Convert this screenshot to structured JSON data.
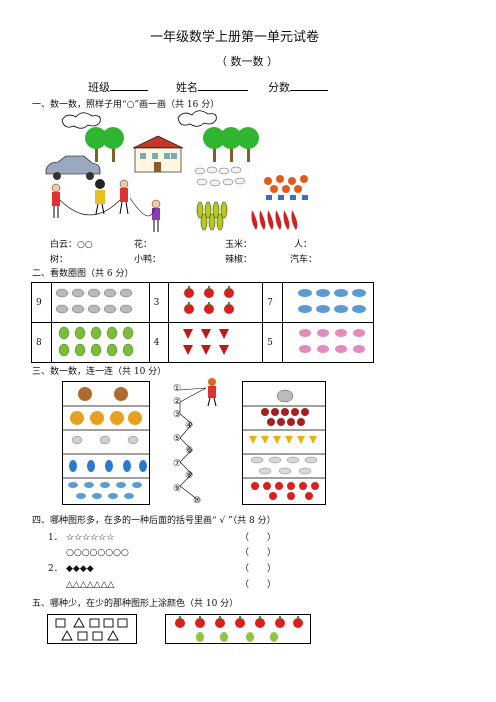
{
  "header": {
    "title": "一年级数学上册第一单元试卷",
    "subtitle": "（ 数一数 ）",
    "class_label": "班级",
    "name_label": "姓名",
    "score_label": "分数"
  },
  "section1": {
    "heading": "一、数一数，照样子用“○”画一画（共 16 分）",
    "row1": [
      {
        "label": "白云：",
        "answer": "○○"
      },
      {
        "label": "花：",
        "answer": ""
      },
      {
        "label": "玉米：",
        "answer": ""
      },
      {
        "label": "人：",
        "answer": ""
      }
    ],
    "row2": [
      {
        "label": "树：",
        "answer": ""
      },
      {
        "label": "小鸭：",
        "answer": ""
      },
      {
        "label": "辣椒：",
        "answer": ""
      },
      {
        "label": "汽车：",
        "answer": ""
      }
    ]
  },
  "section2": {
    "heading": "二、看数圈图（共 6 分）",
    "numbers": [
      "9",
      "3",
      "7",
      "8",
      "4",
      "5"
    ]
  },
  "section3": {
    "heading": "三、数一数，连一连（共 10 分）",
    "circled_numbers": [
      "①",
      "②",
      "③",
      "④",
      "⑤",
      "⑥",
      "⑦",
      "⑧",
      "⑨",
      "⑩"
    ]
  },
  "section4": {
    "heading": "四、哪种图形多，在多的一种后面的括号里画“ √ ”（共 8 分）",
    "items": [
      {
        "num": "1．",
        "shapes": "☆☆☆☆☆☆",
        "bracket": "（　　）"
      },
      {
        "num": "",
        "shapes": "○○○○○○○○",
        "bracket": "（　　）"
      },
      {
        "num": "2．",
        "shapes": "◆◆◆◆",
        "bracket": "（　　）"
      },
      {
        "num": "",
        "shapes": "△△△△△△△",
        "bracket": "（　　）"
      }
    ]
  },
  "section5": {
    "heading": "五、哪种少，在少的那种图形上涂颜色（共 10 分）"
  },
  "colors": {
    "tree": "#2fb52f",
    "trunk": "#8b5a2b",
    "apple": "#d92020",
    "leaf": "#2a9a2a",
    "bird": "#5a9ad8",
    "pink_bird": "#e38bc0",
    "corn": "#c8c020",
    "pepper": "#cc2222",
    "cup": "#e8b010",
    "monkey": "#b06a30"
  }
}
